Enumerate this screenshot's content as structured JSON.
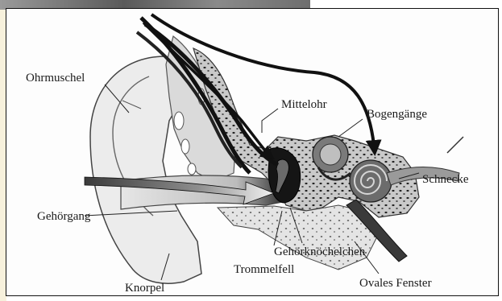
{
  "diagram": {
    "labels": {
      "ohrmuschel": "Ohrmuschel",
      "mittelohr": "Mittelohr",
      "bogengaenge": "Bogengänge",
      "schnecke": "Schnecke",
      "gehoergang": "Gehörgang",
      "gehoerknoechelchen": "Gehörknöchelchen",
      "trommelfell": "Trommelfell",
      "knorpel": "Knorpel",
      "ovales_fenster": "Ovales Fenster"
    }
  }
}
